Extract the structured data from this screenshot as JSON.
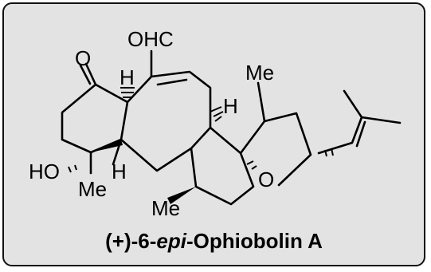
{
  "labels": {
    "ohc": "OHC",
    "ketone_o": "O",
    "h_top": "H",
    "h_right": "H",
    "me_right": "Me",
    "ho": "HO",
    "h_bottom": "H",
    "me_left": "Me",
    "me_bottom": "Me",
    "ring_o": "O"
  },
  "caption": {
    "prefix": "(+)-6-",
    "italic": "epi",
    "suffix": "-Ophiobolin A"
  }
}
